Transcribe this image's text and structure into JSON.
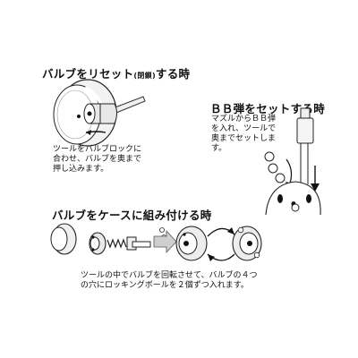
{
  "reset_section": {
    "heading_main": "バルブをリセット",
    "heading_small": "(閉鎖)",
    "heading_end": "する時",
    "note": "ツールをバルブロックに\n合わせ、バルブを奥まで\n押し込みます。"
  },
  "bb_section": {
    "heading": "ＢＢ弾をセットする時",
    "note": "マズルからＢＢ弾\nを入れ、ツールで\n奥までセットしま\nす。"
  },
  "case_section": {
    "heading": "バルブをケースに組み付ける時",
    "note": "ツールの中でバルブを回転させて、バルブの４つ\nの穴にロッキングボールを２個ずつ入れます。"
  }
}
